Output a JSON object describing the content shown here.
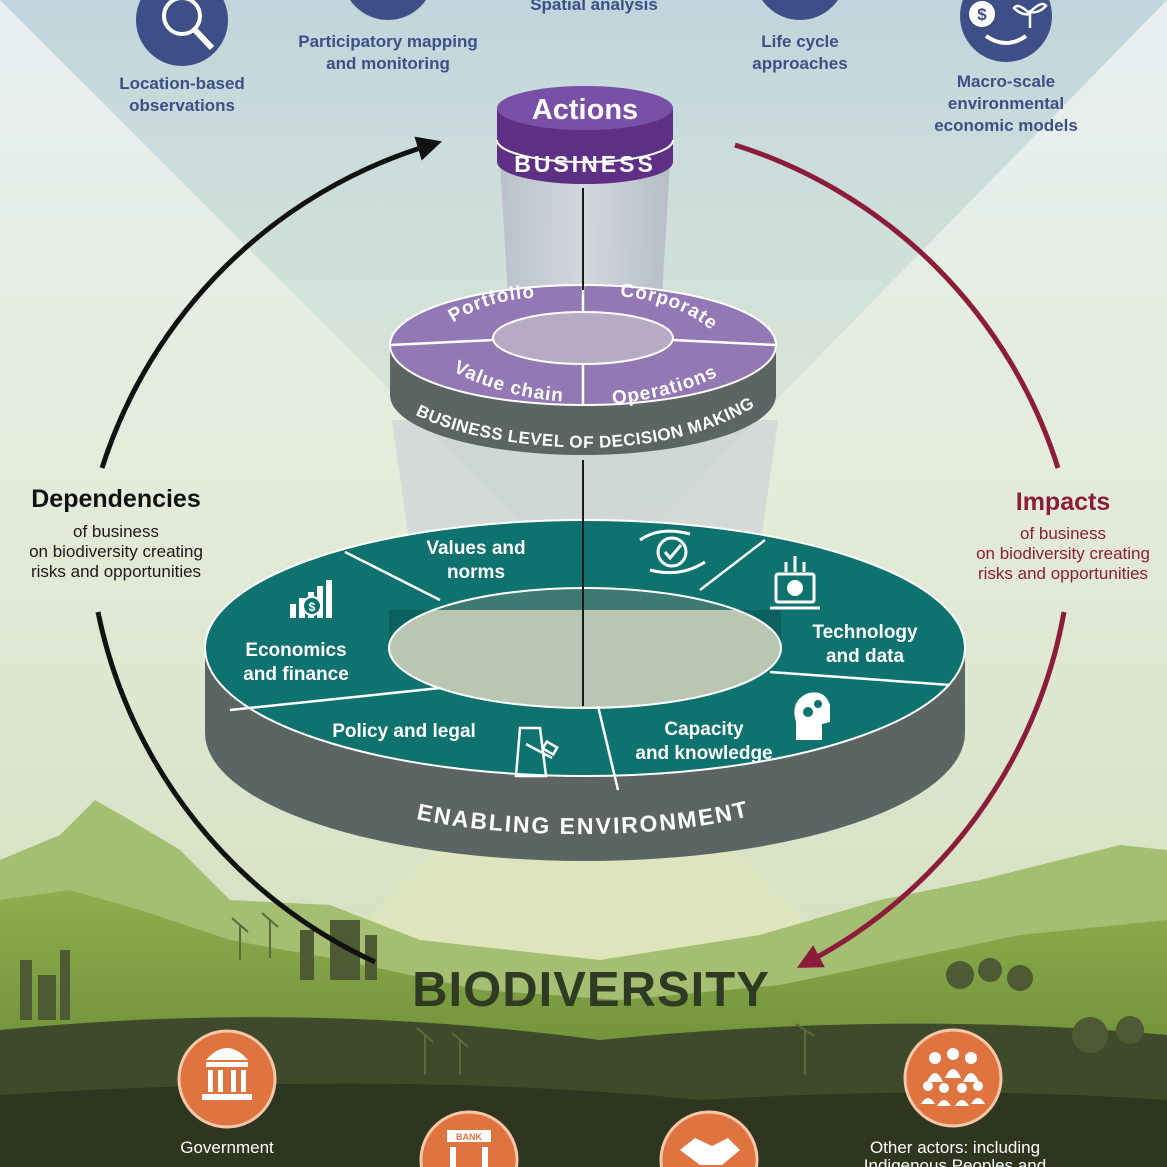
{
  "tools": {
    "location": "Location-based observations",
    "participatory": "Participatory mapping and monitoring",
    "spatial": "Spatial analysis",
    "lifecycle": "Life cycle approaches",
    "macro": "Macro-scale environmental economic models"
  },
  "business_cap": {
    "top": "Actions",
    "bottom": "BUSINESS"
  },
  "decision_ring": {
    "segments": [
      "Portfolio",
      "Corporate",
      "Value chain",
      "Operations"
    ],
    "rim": "BUSINESS LEVEL OF DECISION MAKING"
  },
  "enabling_ring": {
    "segments": {
      "values": "Values and norms",
      "technology": "Technology and data",
      "capacity": "Capacity and knowledge",
      "policy": "Policy and legal",
      "economics": "Economics and finance"
    },
    "rim": "ENABLING ENVIRONMENT"
  },
  "dependencies": {
    "title": "Dependencies",
    "line1": "of business",
    "line2": "on biodiversity creating",
    "line3": "risks and opportunities"
  },
  "impacts": {
    "title": "Impacts",
    "line1": "of business",
    "line2": "on biodiversity creating",
    "line3": "risks and opportunities"
  },
  "biodiversity": "BIODIVERSITY",
  "actors": {
    "government": "Government",
    "bank_sign": "BANK",
    "other_line1": "Other actors: including",
    "other_line2": "Indigenous Peoples and"
  },
  "colors": {
    "purple": "#6b3d8f",
    "teal": "#0e726f",
    "navy": "#3d4f86",
    "maroon": "#8c1d3a",
    "orange": "#e07440",
    "grey_rim": "#5d6564"
  }
}
